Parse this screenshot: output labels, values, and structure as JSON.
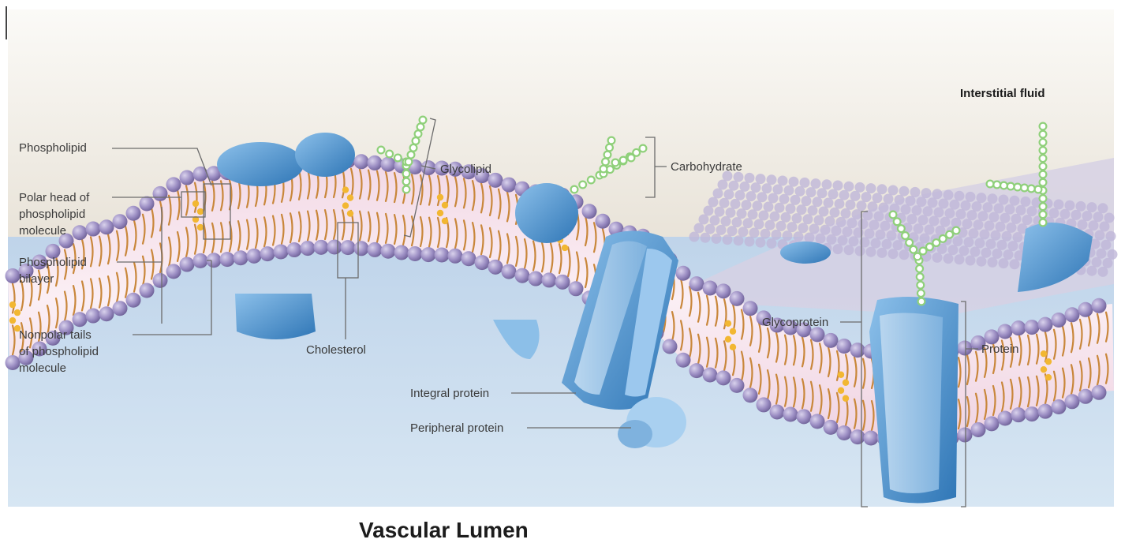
{
  "labels": {
    "phospholipid": "Phospholipid",
    "polar_head": "Polar head of\nphospholipid\nmolecule",
    "bilayer": "Phospholipid\nbilayer",
    "nonpolar_tails": "Nonpolar tails\nof phospholipid\nmolecule",
    "cholesterol": "Cholesterol",
    "glycolipid": "Glycolipid",
    "carbohydrate": "Carbohydrate",
    "interstitial_fluid": "Interstitial fluid",
    "glycoprotein": "Glycoprotein",
    "protein": "Protein",
    "integral_protein": "Integral protein",
    "peripheral_protein": "Peripheral protein"
  },
  "caption": "Vascular Lumen",
  "colors": {
    "phospholipid_head": "#9a8cc2",
    "lipid_tail": "#c9873b",
    "cholesterol": "#f2b732",
    "protein": "#4a8fcc",
    "carbohydrate": "#8fd07a",
    "lumen": "#c9dcef",
    "interstitial": "#ece6dc"
  }
}
